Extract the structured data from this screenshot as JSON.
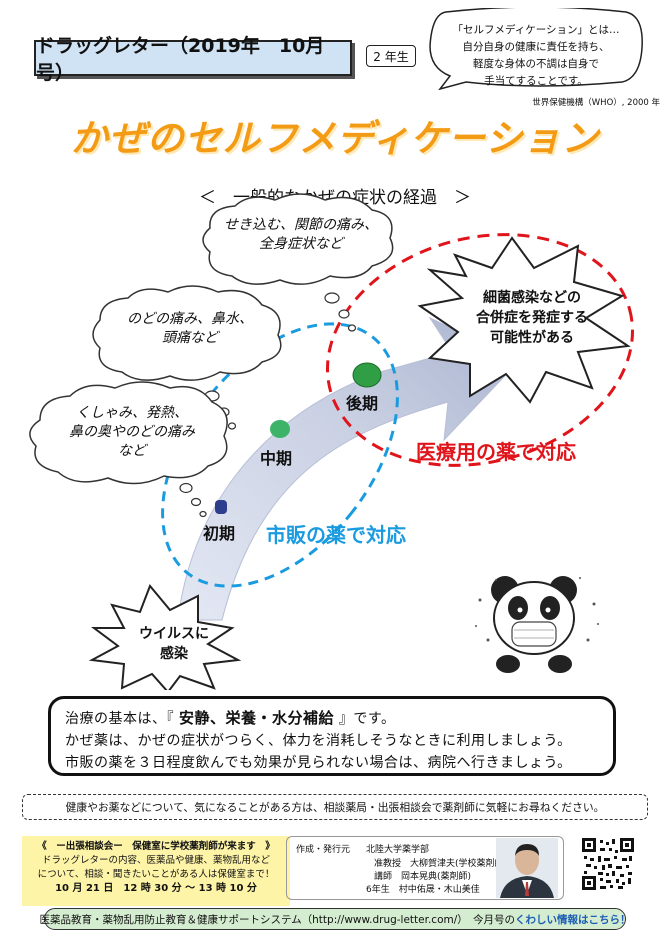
{
  "header": {
    "title": "ドラッグレター（2019年　10月号）",
    "grade": "2 年生"
  },
  "who_quote": {
    "lines": [
      "「セルフメディケーション」とは…",
      "自分自身の健康に責任を持ち、",
      "軽度な身体の不調は自身で",
      "手当てすることです。"
    ],
    "source": "世界保健機構（WHO）, 2000 年"
  },
  "main_title": "かぜのセルフメディケーション",
  "subtitle": "＜　一般的なかぜの症状の経過　＞",
  "clouds": {
    "late": [
      "せき込む、関節の痛み、",
      "全身症状など"
    ],
    "mid": [
      "のどの痛み、鼻水、",
      "頭痛など"
    ],
    "early": [
      "くしゃみ、発熱、",
      "鼻の奥やのどの痛み",
      "など"
    ]
  },
  "stages": {
    "early": "初期",
    "mid": "中期",
    "late": "後期"
  },
  "labels": {
    "otc": "市販の薬で対応",
    "medical": "医療用の薬で対応"
  },
  "bursts": {
    "bacterial": [
      "細菌感染などの",
      "合併症を発症する",
      "可能性がある"
    ],
    "virus": [
      "ウイルスに",
      "感染"
    ]
  },
  "basic": {
    "line1_prefix": "治療の基本は、『",
    "line1_emphasis": "安静、栄養・水分補給",
    "line1_suffix": "』です。",
    "line2": "かぜ薬は、かぜの症状がつらく、体力を消耗しそうなときに利用しましょう。",
    "line3": "市販の薬を３日程度飲んでも効果が見られない場合は、病院へ行きましょう。"
  },
  "consult_note": "健康やお薬などについて、気になることがある方は、相談薬局・出張相談会で薬剤師に気軽にお尋ねください。",
  "event": {
    "title": "《　ー出張相談会ー　保健室に学校薬剤師が来ます　》",
    "line1": "ドラッグレターの内容、医薬品や健康、薬物乱用など",
    "line2": "について、相談・聞きたいことがある人は保健室まで！",
    "time": "10 月 21 日　12 時 30 分 ～ 13 時 10 分"
  },
  "author": {
    "label": "作成・発行元",
    "org": "北陸大学薬学部",
    "line2": "准教授　大柳賀津夫(学校薬剤師)",
    "line3": "講師　岡本晃典(薬剤師)",
    "line4": "6年生　村中佑晟・木山美佳"
  },
  "footer": {
    "text": "医薬品教育・薬物乱用防止教育＆健康サポートシステム（http://www.drug-letter.com/）　今月号の",
    "highlight": "くわしい情報はこちら！"
  },
  "colors": {
    "title_orange": "#f39b14",
    "otc_blue": "#1a9be0",
    "medical_red": "#e0141b",
    "header_blue": "#cfe3f5",
    "event_yellow": "#fdf4a8",
    "footer_green": "#d4ecd0"
  }
}
